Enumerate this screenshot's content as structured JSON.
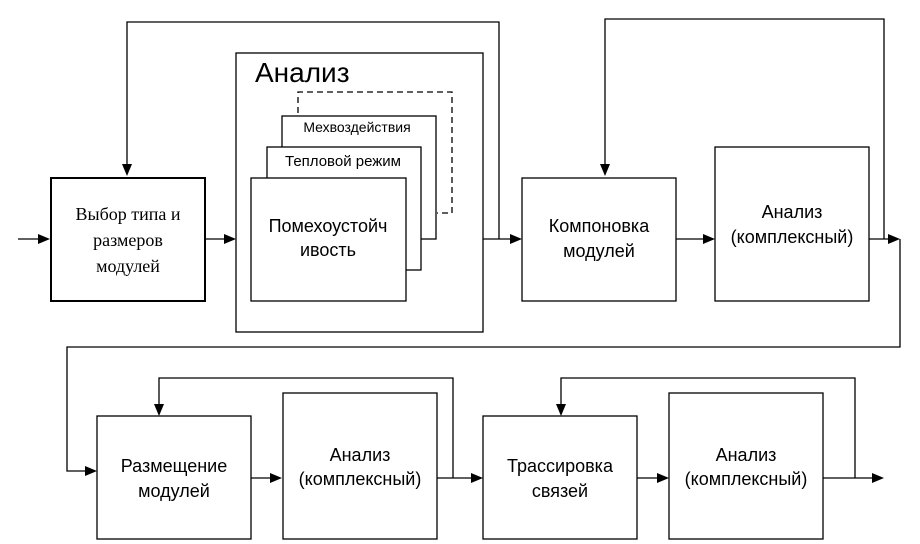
{
  "analysis_group": {
    "title": "Анализ",
    "cards": {
      "back": "Мехвоздействия",
      "middle": "Тепловой режим",
      "front": [
        "Помехоустойч",
        "ивость"
      ]
    }
  },
  "blocks": {
    "select_type": [
      "Выбор типа и",
      "размеров",
      "модулей"
    ],
    "layout": [
      "Компоновка",
      "модулей"
    ],
    "analysis_1": [
      "Анализ",
      "(комплексный)"
    ],
    "placement": [
      "Размещение",
      "модулей"
    ],
    "analysis_2": [
      "Анализ",
      "(комплексный)"
    ],
    "routing": [
      "Трассировка",
      "связей"
    ],
    "analysis_3": [
      "Анализ",
      "(комплексный)"
    ]
  }
}
